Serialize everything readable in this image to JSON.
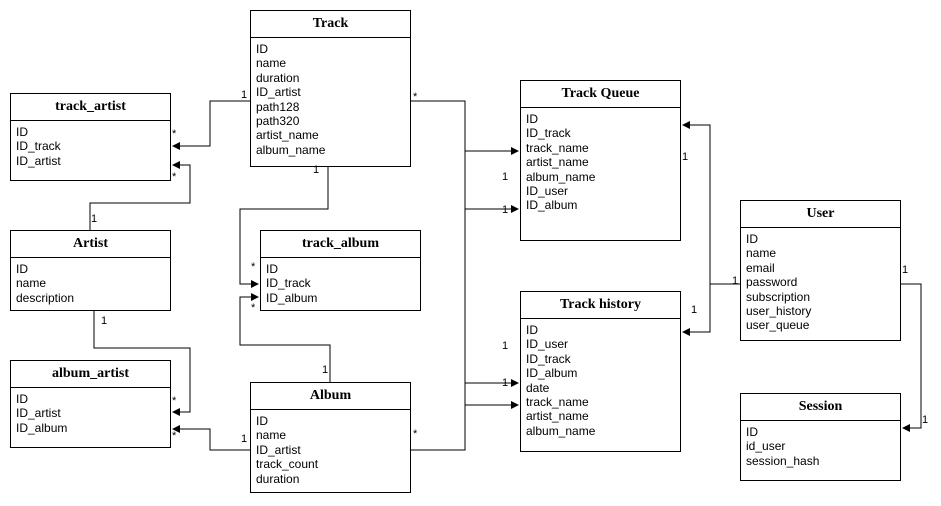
{
  "entities": {
    "track": {
      "title": "Track",
      "attrs": [
        "ID",
        "name",
        "duration",
        "ID_artist",
        "path128",
        "path320",
        "artist_name",
        "album_name"
      ]
    },
    "track_artist": {
      "title": "track_artist",
      "attrs": [
        "ID",
        "ID_track",
        "ID_artist"
      ]
    },
    "artist": {
      "title": "Artist",
      "attrs": [
        "ID",
        "name",
        "description"
      ]
    },
    "track_album": {
      "title": "track_album",
      "attrs": [
        "ID",
        "ID_track",
        "ID_album"
      ]
    },
    "album_artist": {
      "title": "album_artist",
      "attrs": [
        "ID",
        "ID_artist",
        "ID_album"
      ]
    },
    "album": {
      "title": "Album",
      "attrs": [
        "ID",
        "name",
        "ID_artist",
        "track_count",
        "duration"
      ]
    },
    "track_queue": {
      "title": "Track Queue",
      "attrs": [
        "ID",
        "ID_track",
        "track_name",
        "artist_name",
        "album_name",
        "ID_user",
        "ID_album"
      ]
    },
    "track_history": {
      "title": "Track history",
      "attrs": [
        "ID",
        "ID_user",
        "ID_track",
        "ID_album",
        "date",
        "track_name",
        "artist_name",
        "album_name"
      ]
    },
    "user": {
      "title": "User",
      "attrs": [
        "ID",
        "name",
        "email",
        "password",
        "subscription",
        "user_history",
        "user_queue"
      ]
    },
    "session": {
      "title": "Session",
      "attrs": [
        "ID",
        "id_user",
        "session_hash"
      ]
    }
  },
  "multiplicities": {
    "one": "1",
    "many": "*"
  }
}
